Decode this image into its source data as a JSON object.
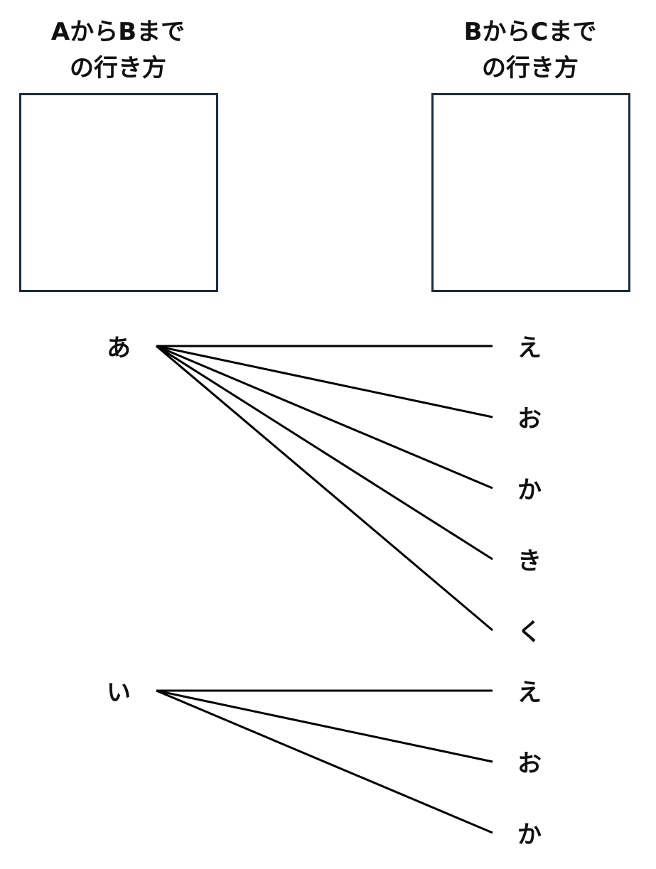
{
  "left": {
    "title_line1": "AからBまで",
    "title_line2": "の行き方"
  },
  "right": {
    "title_line1": "BからCまで",
    "title_line2": "の行き方"
  },
  "tree": [
    {
      "root": "あ",
      "leaves": [
        "え",
        "お",
        "か",
        "き",
        "く"
      ]
    },
    {
      "root": "い",
      "leaves": [
        "え",
        "お",
        "か"
      ]
    }
  ],
  "colors": {
    "box_border": "#1b2d3f",
    "line": "#000000"
  }
}
